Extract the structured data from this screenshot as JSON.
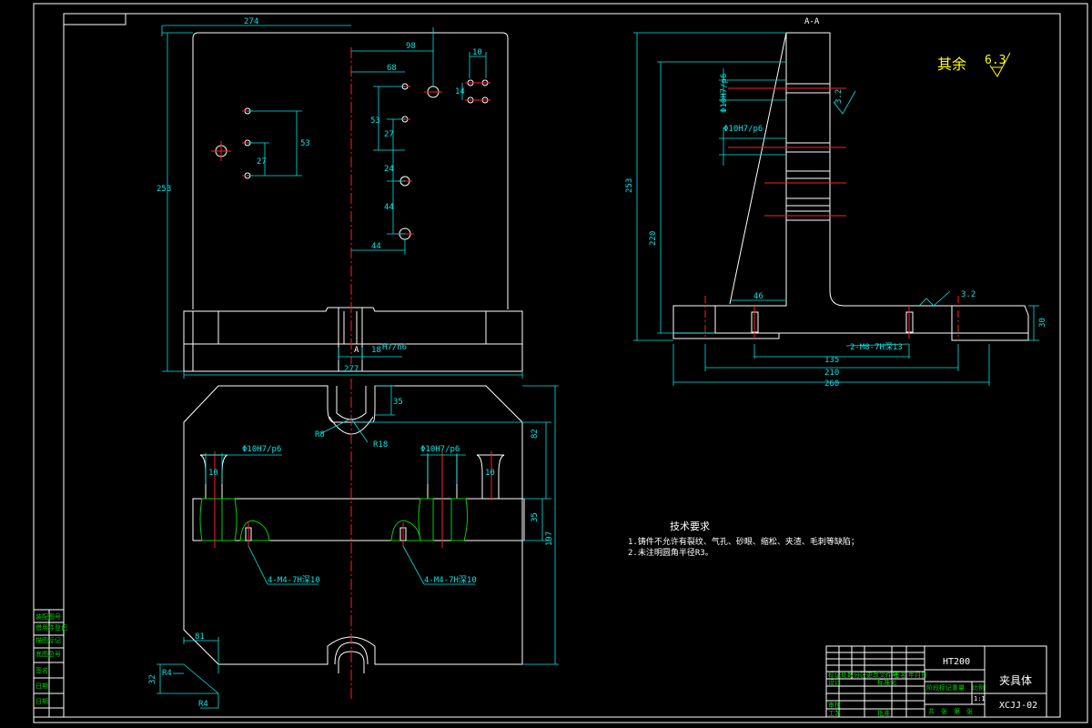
{
  "drawing": {
    "section_label": "A-A",
    "view_marker": "A",
    "roughness_note": {
      "prefix": "其余",
      "value": "6.3"
    },
    "surface_roughness_local": [
      "3.2",
      "3.2"
    ],
    "material": "HT200",
    "part_name": "夹具体",
    "drawing_no": "XCJJ-02",
    "scale": "1:1",
    "tech_requirements": {
      "title": "技术要求",
      "items": [
        "1.铸件不允许有裂纹、气孔、砂眼、缩松、夹渣、毛刺等缺陷；",
        "2.未注明圆角半径R3。"
      ]
    },
    "front_view_dims": [
      "274",
      "98",
      "68",
      "10",
      "14",
      "53",
      "53",
      "27",
      "27",
      "24",
      "44",
      "44",
      "253",
      "18",
      "H7/n6",
      "277"
    ],
    "section_view_dims": [
      "Φ10H7/p6",
      "Φ10H7/p6",
      "253",
      "220",
      "46",
      "135",
      "210",
      "260",
      "30",
      "2-M8-7H深13"
    ],
    "plan_view_dims": [
      "35",
      "R8",
      "R18",
      "Φ10H7/p6",
      "Φ10H7/p6",
      "10",
      "10",
      "82",
      "35",
      "197",
      "4-M4-7H深10",
      "4-M4-7H深10",
      "81",
      "32",
      "R4",
      "R4"
    ],
    "left_strip_labels": [
      "装配图号",
      "借用件登记",
      "描图标记",
      "底图总号",
      "签名",
      "日期",
      "日期"
    ],
    "title_block_labels": [
      "标记",
      "处数",
      "分区",
      "更改文件号",
      "签名",
      "年月日",
      "设计",
      "标准化",
      "审核",
      "工艺",
      "批准",
      "阶段标记",
      "重量",
      "比例",
      "共",
      "张",
      "第",
      "张"
    ]
  }
}
